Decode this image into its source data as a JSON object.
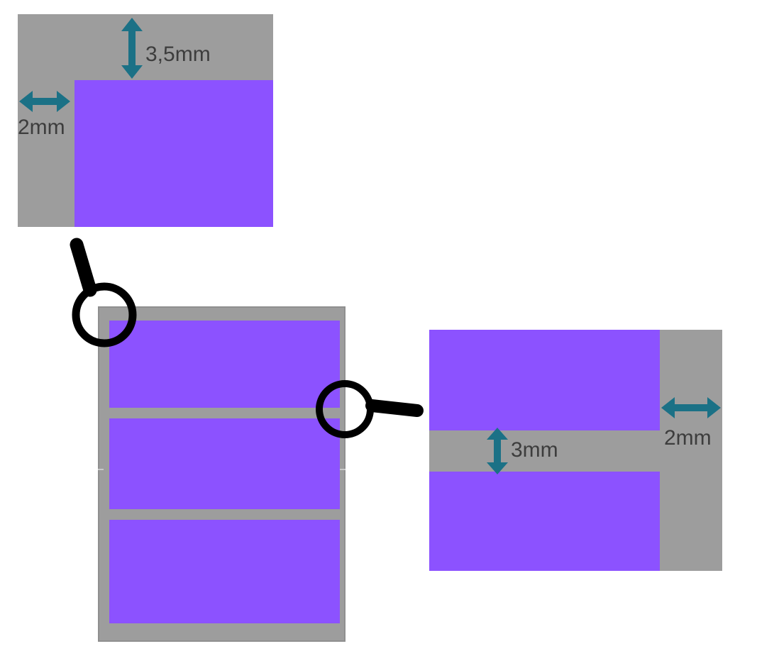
{
  "colors": {
    "background": "#ffffff",
    "panel_gray": "#9d9d9d",
    "label_purple": "#8c52ff",
    "arrow_teal": "#1b7186",
    "text": "#3d3d3d",
    "magnifier_black": "#000000",
    "sheet_border": "#8f8f8f"
  },
  "detail_top_left": {
    "top_margin_label": "3,5mm",
    "left_margin_label": "2mm"
  },
  "detail_right": {
    "vertical_gap_label": "3mm",
    "right_margin_label": "2mm"
  }
}
